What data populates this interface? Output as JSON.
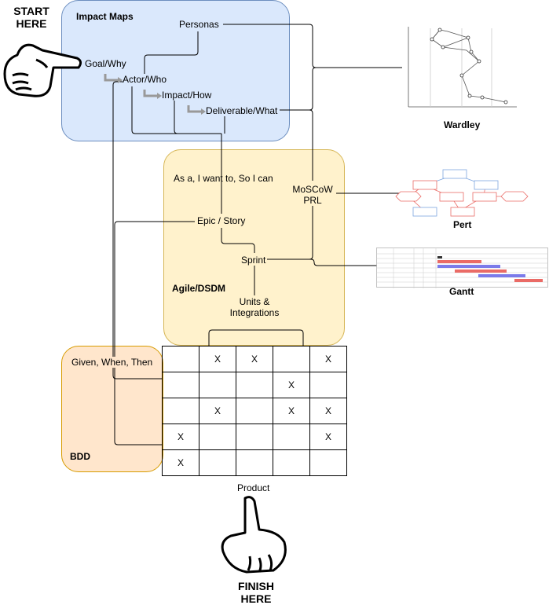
{
  "regions": {
    "impact_maps": {
      "title": "Impact Maps",
      "color": "#dae8fc",
      "border": "#6c8ebf"
    },
    "agile": {
      "title": "Agile/DSDM",
      "color": "#fff2cc",
      "border": "#d6b656"
    },
    "bdd": {
      "title": "BDD",
      "color": "#ffe6cc",
      "border": "#d79b00"
    }
  },
  "nodes": {
    "personas": "Personas",
    "goal": "Goal/Why",
    "actor": "Actor/Who",
    "impact": "Impact/How",
    "deliverable": "Deliverable/What",
    "as_a": "As a, I want to, So I can",
    "moscow_line1": "MoSCoW",
    "moscow_line2": "PRL",
    "epic": "Epic / Story",
    "sprint": "Sprint",
    "units_line1": "Units &",
    "units_line2": "Integrations",
    "given": "Given, When, Then",
    "product": "Product"
  },
  "thumbnails": {
    "wardley": "Wardley",
    "pert": "Pert",
    "gantt": "Gantt"
  },
  "start_label_line1": "START",
  "start_label_line2": "HERE",
  "finish_label_line1": "FINISH",
  "finish_label_line2": "HERE",
  "matrix": [
    [
      "",
      "X",
      "X",
      "",
      "X"
    ],
    [
      "",
      "",
      "",
      "X",
      ""
    ],
    [
      "",
      "X",
      "",
      "X",
      "X"
    ],
    [
      "X",
      "",
      "",
      "",
      "X"
    ],
    [
      "X",
      "",
      "",
      "",
      ""
    ]
  ]
}
